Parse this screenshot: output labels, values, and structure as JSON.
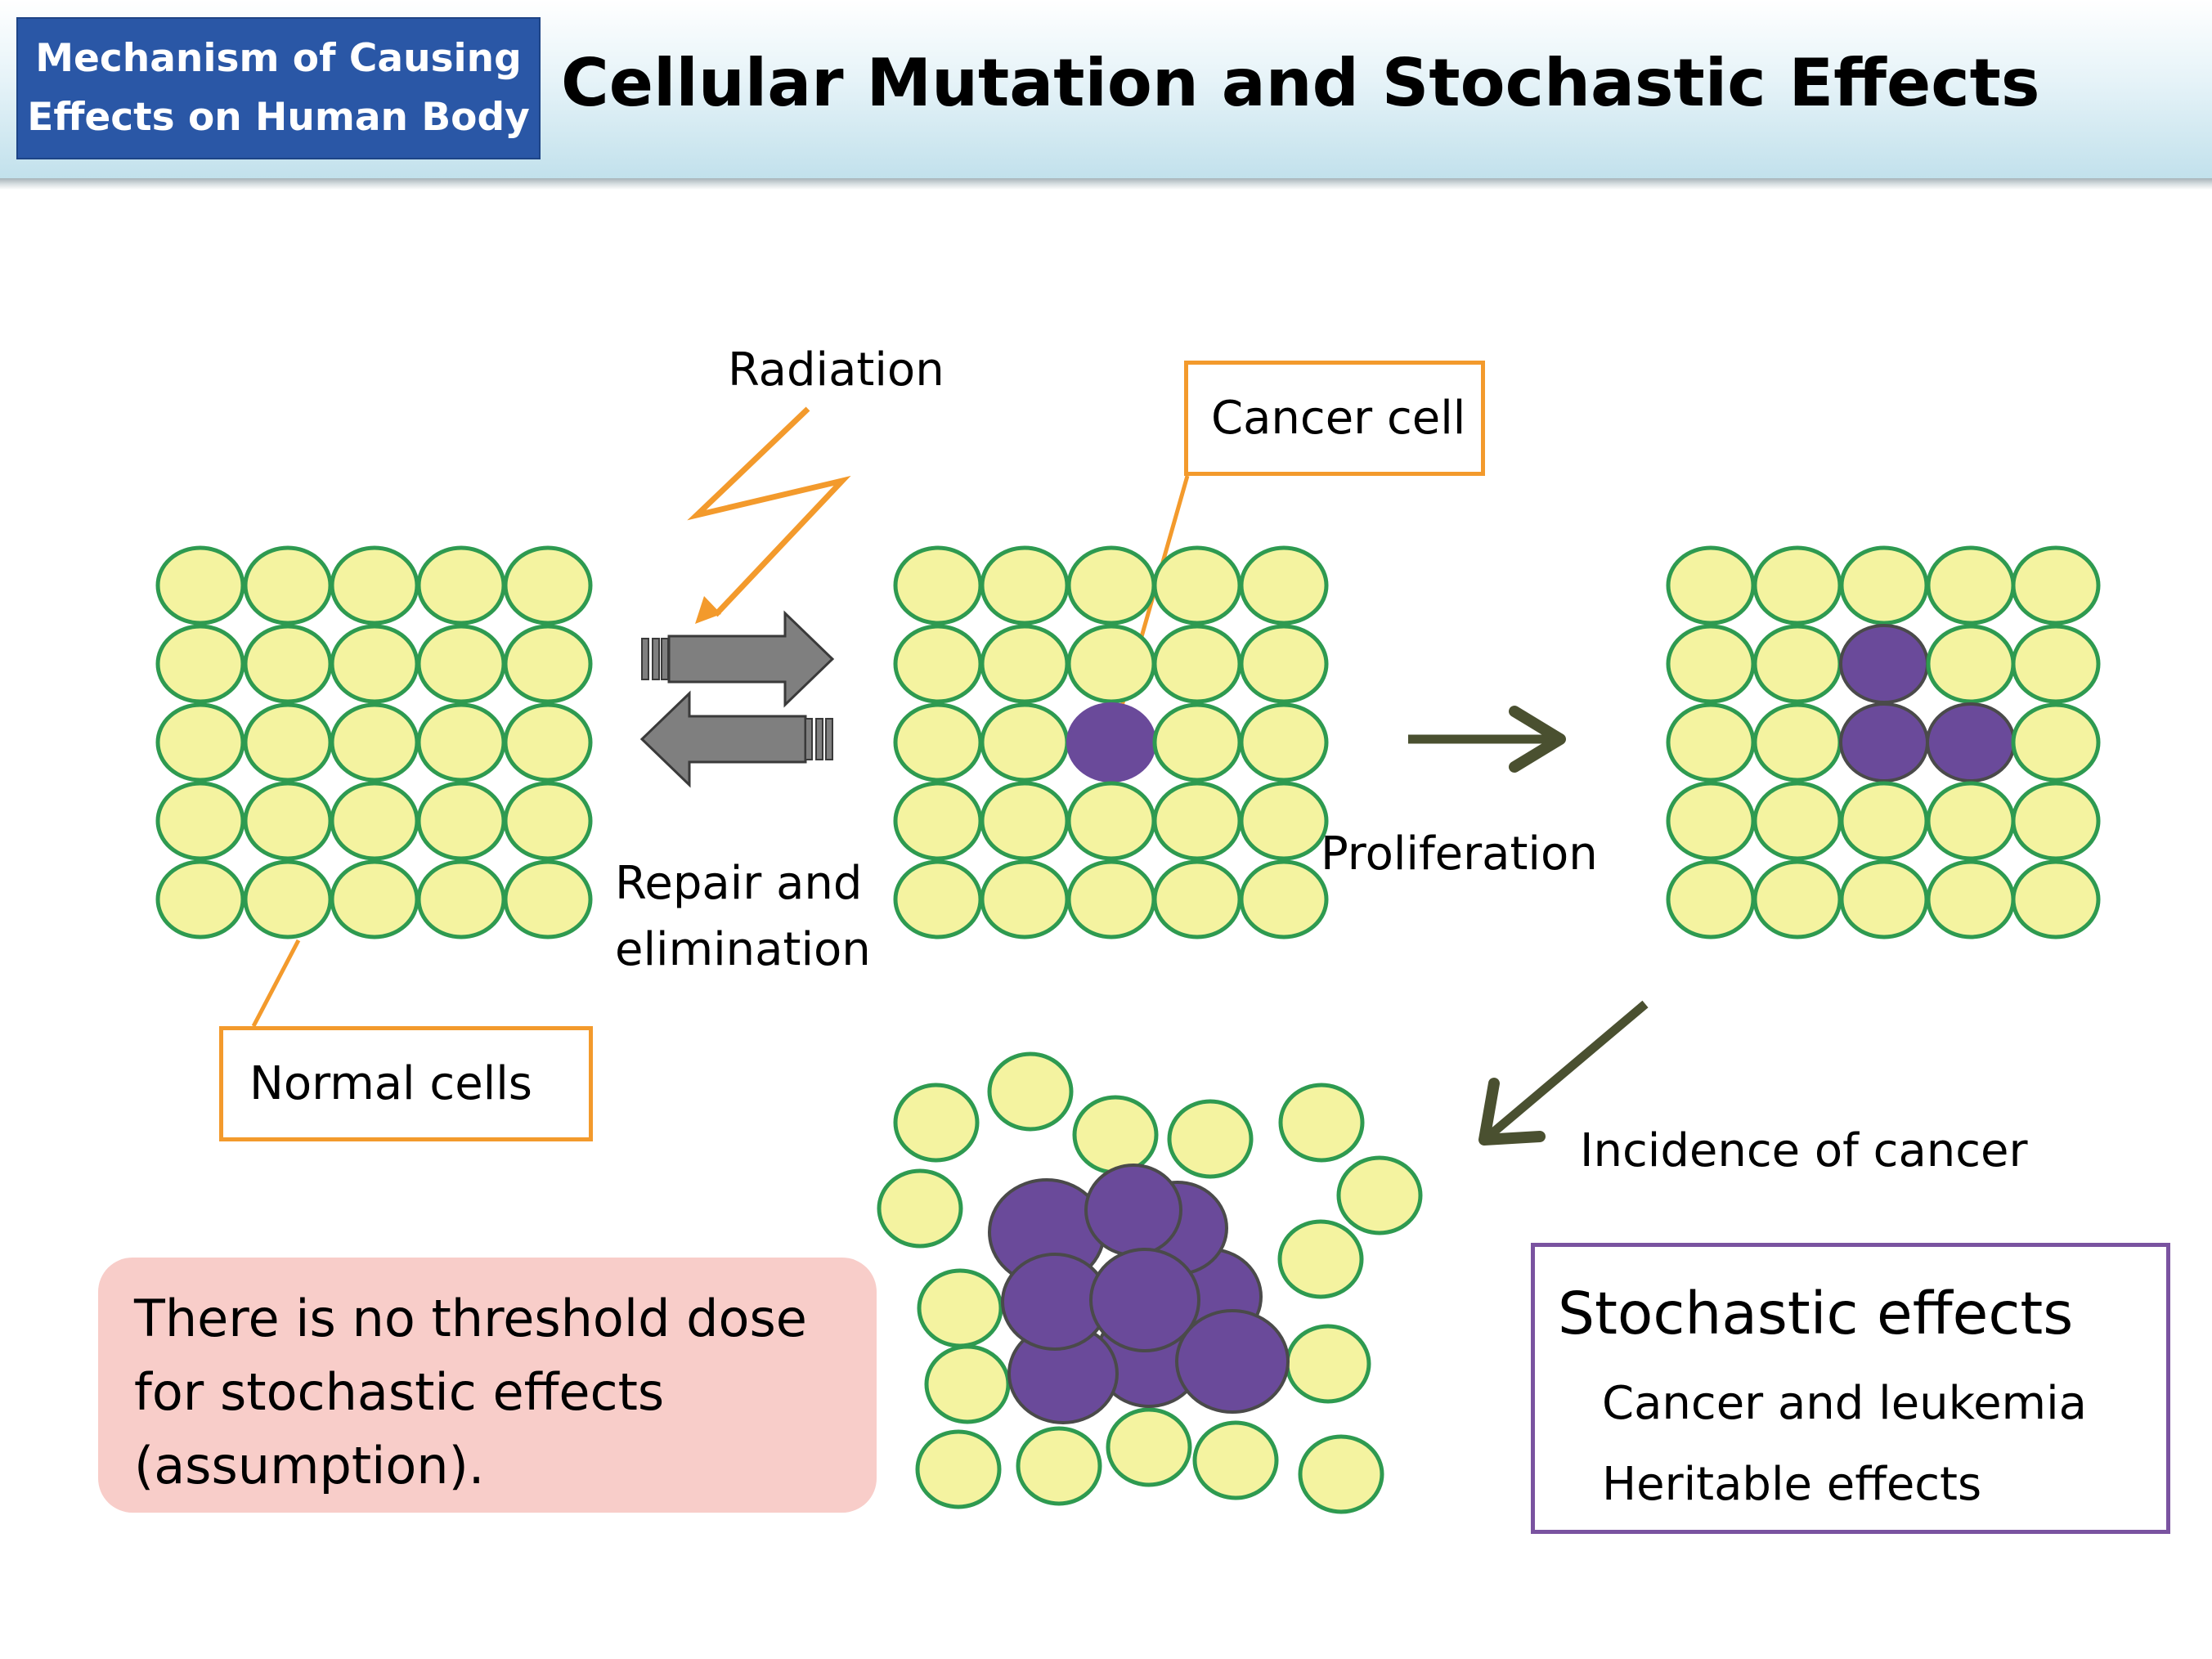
{
  "header": {
    "section_line1": "Mechanism of Causing",
    "section_line2": "Effects on Human Body",
    "title": "Cellular Mutation and Stochastic Effects"
  },
  "diagram": {
    "radiation_label": "Radiation",
    "cancer_cell_label": "Cancer cell",
    "normal_cells_label": "Normal cells",
    "repair_label_line1": "Repair and",
    "repair_label_line2": "elimination",
    "proliferation_label": "Proliferation",
    "incidence_label": "Incidence of cancer"
  },
  "note": {
    "line1": "There is no threshold dose",
    "line2": "for stochastic effects",
    "line3": "(assumption)."
  },
  "effects": {
    "title": "Stochastic effects",
    "items": [
      "Cancer and leukemia",
      "Heritable effects"
    ]
  },
  "colors": {
    "normal_cell_fill": "#f4f3a0",
    "normal_cell_stroke": "#2e9a50",
    "cancer_cell_fill": "#6a4a9a",
    "cancer_cell_stroke": "#4a4a4a",
    "radiation_orange": "#f39a2c",
    "callout_border": "#f39a2c",
    "step_arrow": "#4a5030",
    "gray_arrow": "#7f7f7f",
    "header_badge": "#2a57a6",
    "note_fill": "#f8cdc9",
    "effects_border": "#7a53a0"
  }
}
